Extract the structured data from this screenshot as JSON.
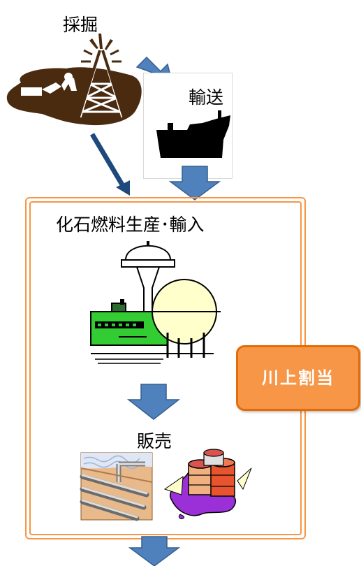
{
  "labels": {
    "mining": "採掘",
    "transport": "輸送",
    "production": "化石燃料生産･輸入",
    "sales": "販売",
    "upstream_allocation": "川上割当"
  },
  "colors": {
    "arrow_blue": "#4f81bd",
    "arrow_dark_blue": "#1f497d",
    "frame_orange": "#f79646",
    "badge_orange": "#f79646",
    "badge_border": "#e36c09",
    "oil_brown": "#4a2b10",
    "tank_yellow": "#ffffcc",
    "factory_green": "#33cc33"
  },
  "icons": [
    "oil-derrick-icon",
    "ship-icon",
    "refinery-icon",
    "pipeline-icon",
    "oil-barrels-icon"
  ]
}
